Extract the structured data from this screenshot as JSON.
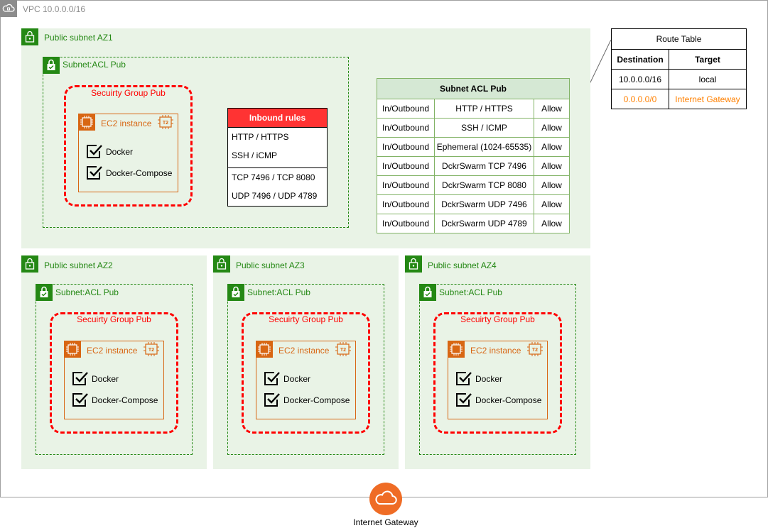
{
  "vpc": {
    "label": "VPC 10.0.0.0/16",
    "icon": "vpc-cloud-icon"
  },
  "subnets": [
    {
      "label": "Public subnet AZ1",
      "acl_label": "Subnet:ACL Pub",
      "sg_label": "Secuirty Group Pub",
      "ec2": {
        "label": "EC2 instance",
        "badge": "T2",
        "items": [
          "Docker",
          "Docker-Compose"
        ]
      }
    },
    {
      "label": "Public subnet AZ2",
      "acl_label": "Subnet:ACL Pub",
      "sg_label": "Secuirty Group Pub",
      "ec2": {
        "label": "EC2 instance",
        "badge": "T2",
        "items": [
          "Docker",
          "Docker-Compose"
        ]
      }
    },
    {
      "label": "Public subnet AZ3",
      "acl_label": "Subnet:ACL Pub",
      "sg_label": "Secuirty Group Pub",
      "ec2": {
        "label": "EC2 instance",
        "badge": "T2",
        "items": [
          "Docker",
          "Docker-Compose"
        ]
      }
    },
    {
      "label": "Public subnet AZ4",
      "acl_label": "Subnet:ACL Pub",
      "sg_label": "Secuirty Group Pub",
      "ec2": {
        "label": "EC2 instance",
        "badge": "T2",
        "items": [
          "Docker",
          "Docker-Compose"
        ]
      }
    }
  ],
  "inbound_rules": {
    "title": "Inbound rules",
    "rows": [
      "HTTP / HTTPS",
      "SSH / iCMP",
      "TCP 7496 / TCP 8080",
      "UDP 7496 / UDP 4789"
    ]
  },
  "subnet_acl_table": {
    "title": "Subnet ACL Pub",
    "rows": [
      [
        "In/Outbound",
        "HTTP  /  HTTPS",
        "Allow"
      ],
      [
        "In/Outbound",
        "SSH  /  ICMP",
        "Allow"
      ],
      [
        "In/Outbound",
        "Ephemeral (1024-65535)",
        "Allow"
      ],
      [
        "In/Outbound",
        "DckrSwarm TCP 7496",
        "Allow"
      ],
      [
        "In/Outbound",
        "DckrSwarm TCP 8080",
        "Allow"
      ],
      [
        "In/Outbound",
        "DckrSwarm UDP 7496",
        "Allow"
      ],
      [
        "In/Outbound",
        "DckrSwarm UDP 4789",
        "Allow"
      ]
    ]
  },
  "route_table": {
    "title": "Route Table",
    "headers": [
      "Destination",
      "Target"
    ],
    "rows": [
      [
        "10.0.0.0/16",
        "local"
      ],
      [
        "0.0.0.0/0",
        "Internet Gateway"
      ]
    ]
  },
  "internet_gateway": {
    "label": "Internet Gateway",
    "icon": "internet-gateway-cloud-icon"
  },
  "colors": {
    "subnet_green": "#248814",
    "subnet_bg": "#e9f3e6",
    "sg_red": "#ff0000",
    "ec2_orange": "#d86613",
    "inbound_header": "#ff3333",
    "acl_border": "#82b366",
    "acl_header_bg": "#d5e8d4",
    "route_orange": "#ff8000",
    "igw_orange": "#ef6c25"
  }
}
